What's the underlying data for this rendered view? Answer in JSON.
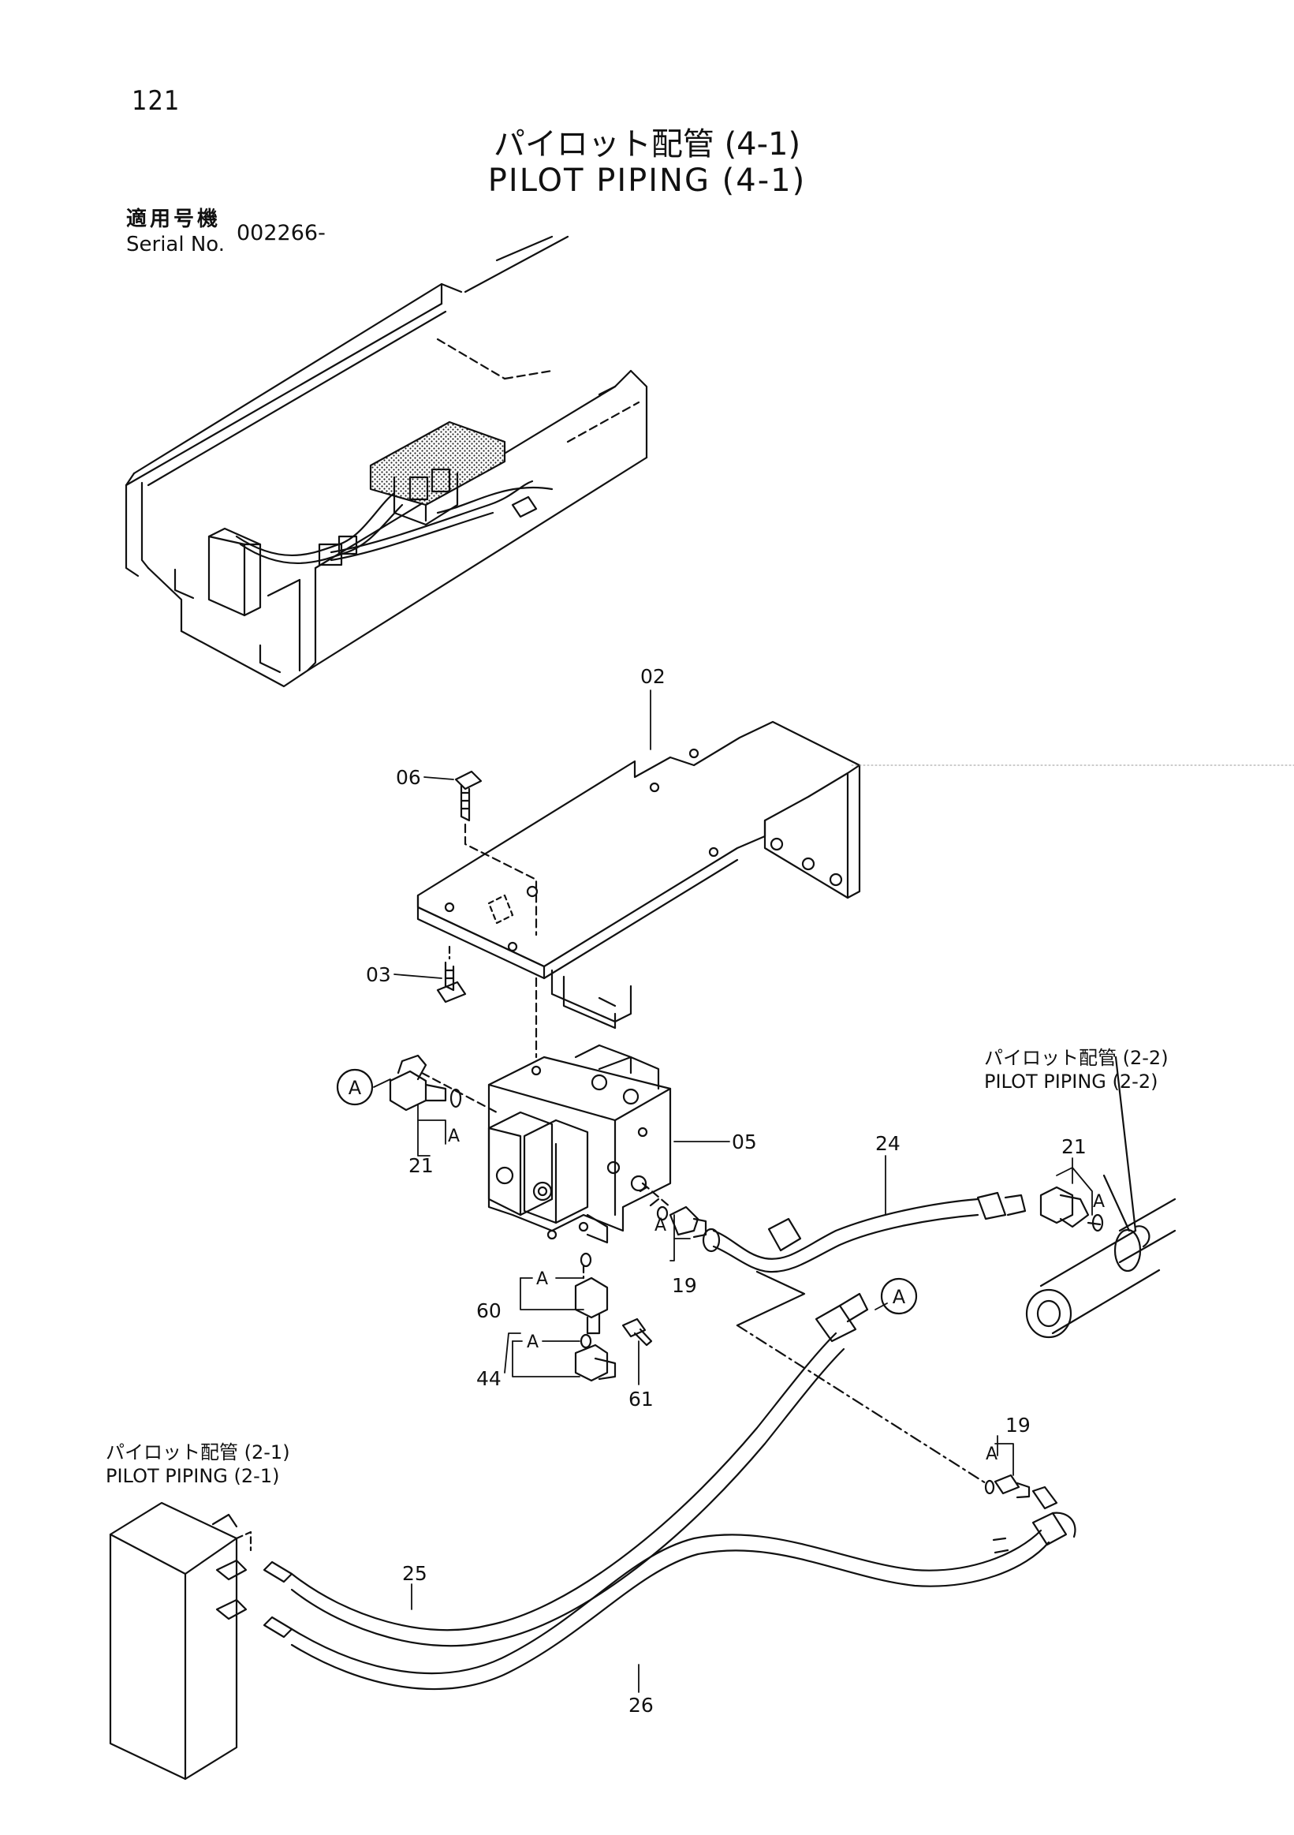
{
  "page": {
    "number": "121",
    "title_jp": "パイロット配管 (4-1)",
    "title_en": "PILOT PIPING (4-1)",
    "serial_label_jp": "適用号機",
    "serial_label_en": "Serial No.",
    "serial_value": "002266-"
  },
  "references": {
    "ref_22_jp": "パイロット配管 (2-2)",
    "ref_22_en": "PILOT PIPING (2-2)",
    "ref_21_jp": "パイロット配管 (2-1)",
    "ref_21_en": "PILOT PIPING (2-1)"
  },
  "callouts": {
    "p02": "02",
    "p06": "06",
    "p03": "03",
    "p05": "05",
    "p21_left": "21",
    "p21_right": "21",
    "p24": "24",
    "p19_upper": "19",
    "p19_lower": "19",
    "p60": "60",
    "p44": "44",
    "p61": "61",
    "p25": "25",
    "p26": "26"
  },
  "markers": {
    "circle_a_left": "A",
    "circle_a_right": "A",
    "tag_a_21_left": "A",
    "tag_a_21_right": "A",
    "tag_a_19_upper": "A",
    "tag_a_19_lower": "A",
    "tag_a_60": "A",
    "tag_a_44": "A"
  }
}
